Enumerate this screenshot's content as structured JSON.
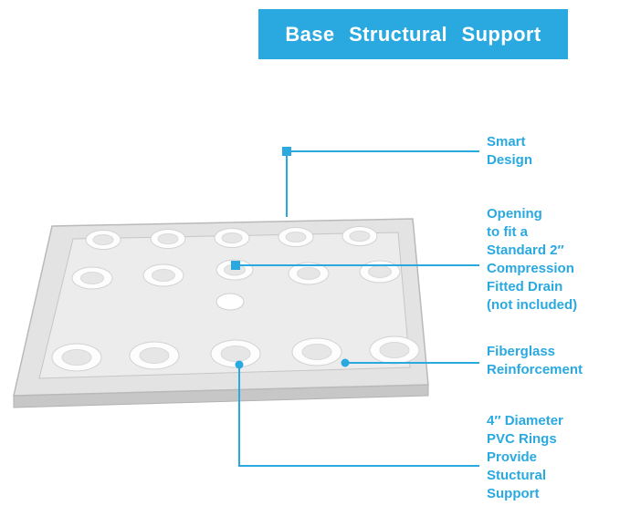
{
  "header": {
    "title": "Base Structural Support"
  },
  "colors": {
    "accent": "#29a9e0",
    "tray_rim": "#e3e3e3",
    "tray_floor": "#ececec",
    "tray_wall": "#c7c7c7",
    "ring_white": "#fdfdfd"
  },
  "illustration": {
    "subject": "shower-base-with-pvc-rings-and-center-drain",
    "ring_rows": 3,
    "ring_count": 14,
    "drain": "center white opening"
  },
  "annotations": [
    {
      "id": "smart-design",
      "label": "Smart\nDesign"
    },
    {
      "id": "drain-opening",
      "label": "Opening\nto fit a\nStandard 2″\nCompression\nFitted Drain\n(not included)"
    },
    {
      "id": "fiberglass",
      "label": "Fiberglass\nReinforcement"
    },
    {
      "id": "pvc-rings",
      "label": "4″ Diameter\nPVC Rings\nProvide\nStuctural\nSupport"
    }
  ]
}
